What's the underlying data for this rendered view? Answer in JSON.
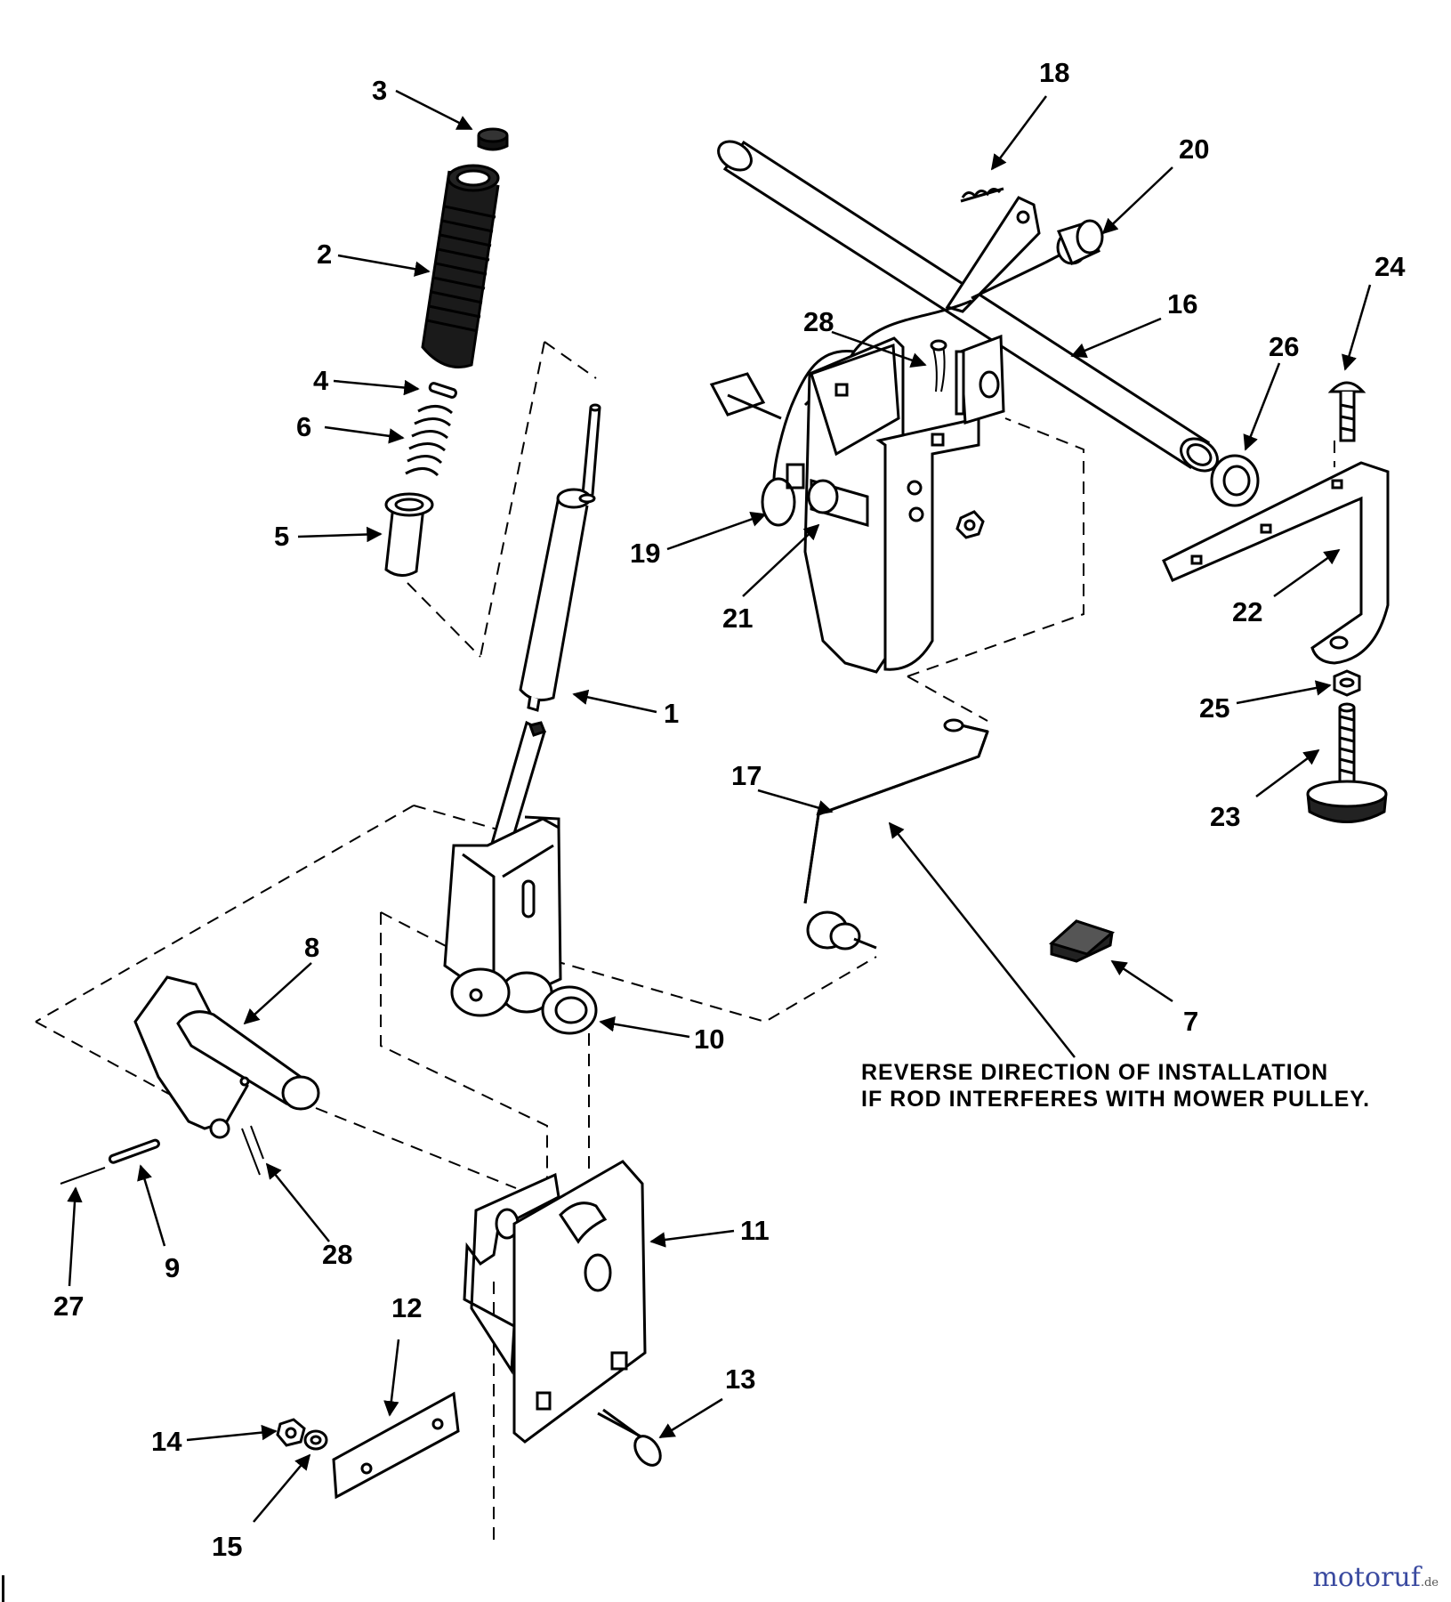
{
  "note": {
    "line1": "REVERSE DIRECTION OF INSTALLATION",
    "line2": "IF ROD INTERFERES WITH MOWER PULLEY."
  },
  "watermark": {
    "brand": "motoruf",
    "suffix": ".de",
    "color": "#3a4aa0"
  },
  "callouts": {
    "c1": "1",
    "c2": "2",
    "c3": "3",
    "c4": "4",
    "c5": "5",
    "c6": "6",
    "c7": "7",
    "c8": "8",
    "c9": "9",
    "c10": "10",
    "c11": "11",
    "c12": "12",
    "c13": "13",
    "c14": "14",
    "c15": "15",
    "c16": "16",
    "c17": "17",
    "c18": "18",
    "c19": "19",
    "c20": "20",
    "c21": "21",
    "c22": "22",
    "c23": "23",
    "c24": "24",
    "c25": "25",
    "c26": "26",
    "c27": "27",
    "c28a": "28",
    "c28b": "28"
  }
}
